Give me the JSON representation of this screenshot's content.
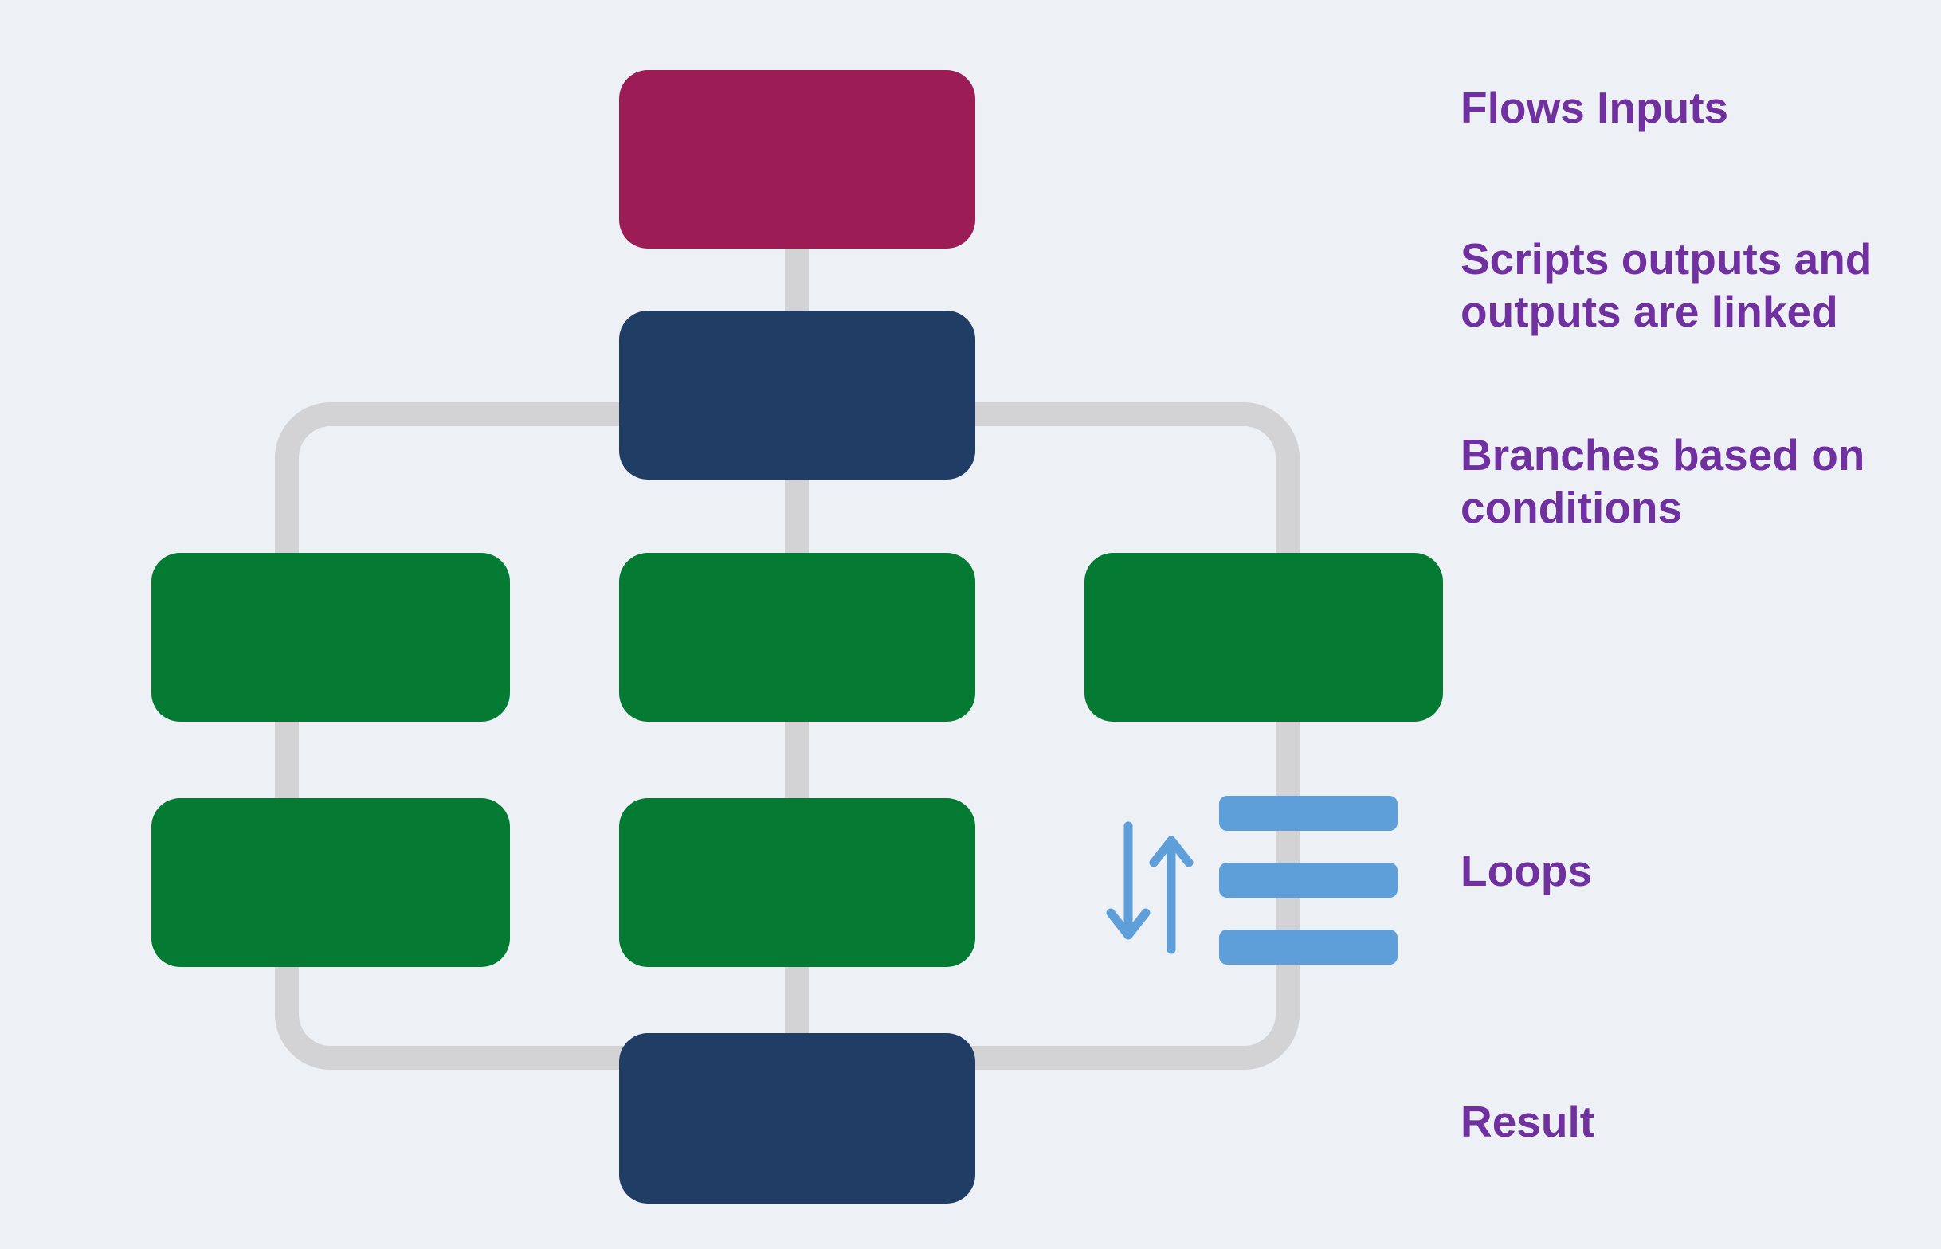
{
  "diagram": {
    "type": "flowchart-illustration",
    "nodes": [
      {
        "id": "flow-input",
        "shape": "rounded-rect",
        "color_key": "input"
      },
      {
        "id": "script-top",
        "shape": "rounded-rect",
        "color_key": "script"
      },
      {
        "id": "branch-left-1",
        "shape": "rounded-rect",
        "color_key": "branch"
      },
      {
        "id": "branch-center-1",
        "shape": "rounded-rect",
        "color_key": "branch"
      },
      {
        "id": "branch-right",
        "shape": "rounded-rect",
        "color_key": "branch"
      },
      {
        "id": "branch-left-2",
        "shape": "rounded-rect",
        "color_key": "branch"
      },
      {
        "id": "branch-center-2",
        "shape": "rounded-rect",
        "color_key": "branch"
      },
      {
        "id": "result",
        "shape": "rounded-rect",
        "color_key": "script"
      }
    ],
    "icons": [
      {
        "id": "loop-arrows-icon",
        "meaning": "up-down loop arrows"
      },
      {
        "id": "loop-bars-icon",
        "meaning": "stacked list bars"
      }
    ]
  },
  "labels": {
    "flows_inputs": "Flows Inputs",
    "scripts_linked": "Scripts outputs and outputs are linked",
    "branches": "Branches based on conditions",
    "loops": "Loops",
    "result": "Result"
  },
  "colors": {
    "bg": "#edf1f6",
    "input": "#9c1d55",
    "script": "#203d66",
    "branch": "#047a33",
    "connector": "#d3d3d5",
    "loops": "#5f9fd9",
    "label": "#7030a0"
  }
}
